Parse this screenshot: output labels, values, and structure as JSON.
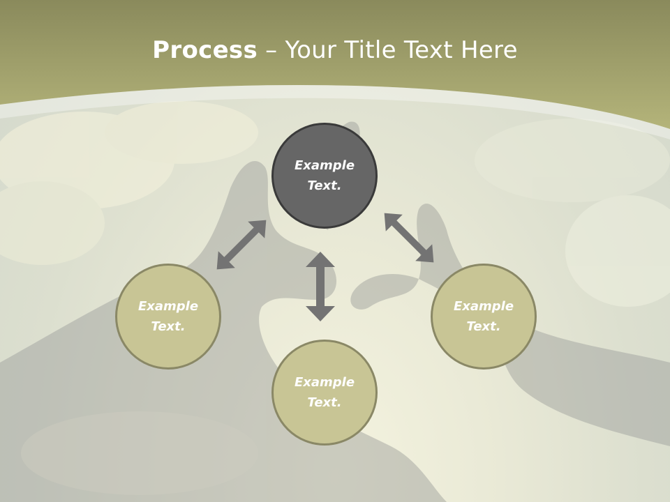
{
  "title": {
    "bold": "Process",
    "rest": " – Your Title Text Here"
  },
  "nodes": {
    "top": "Example\nText.",
    "left": "Example\nText.",
    "right": "Example\nText.",
    "bottom": "Example\nText."
  },
  "colors": {
    "header": "#9e9f6a",
    "top_circle": "#666666",
    "olive_circle": "#c8c595",
    "arrow": "#737373"
  }
}
